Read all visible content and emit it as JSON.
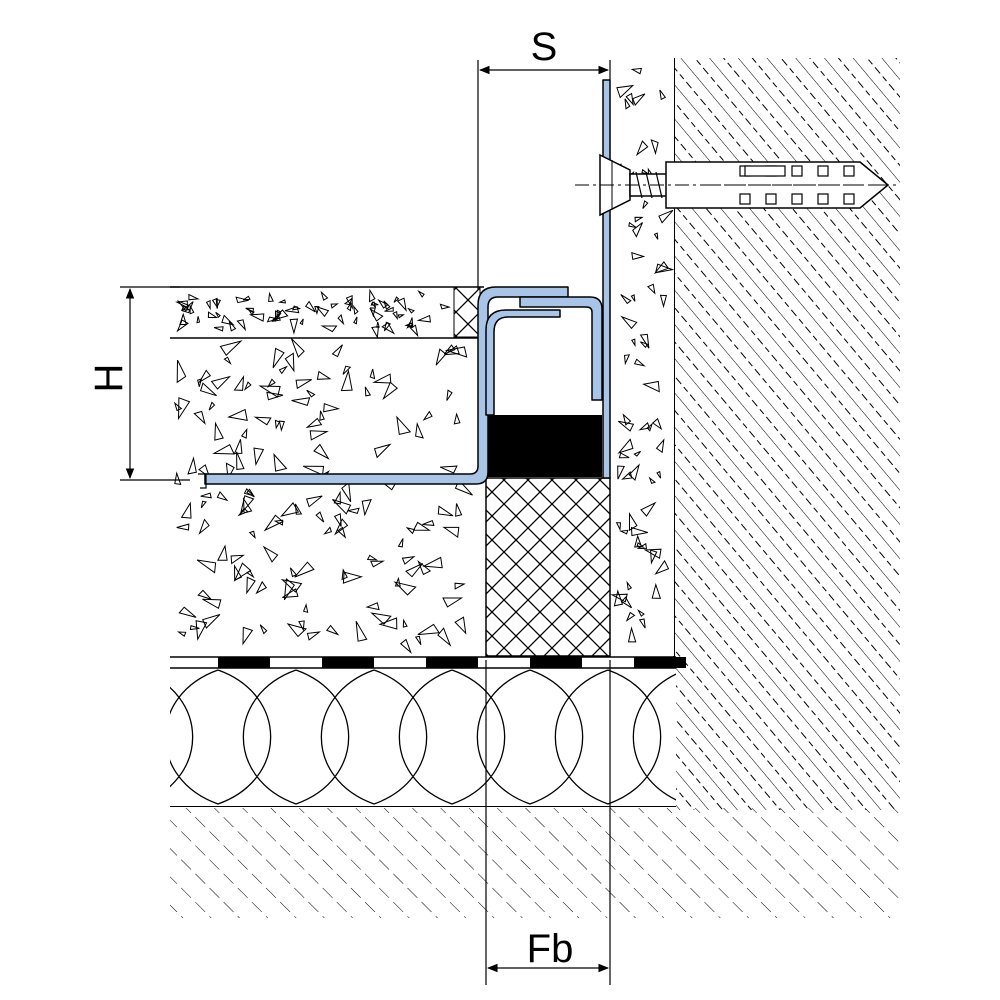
{
  "labels": {
    "s": "S",
    "h": "H",
    "fb": "Fb"
  },
  "colors": {
    "profile": "#a8c4e6",
    "line": "#000000",
    "background": "#ffffff",
    "seal": "#000000"
  }
}
